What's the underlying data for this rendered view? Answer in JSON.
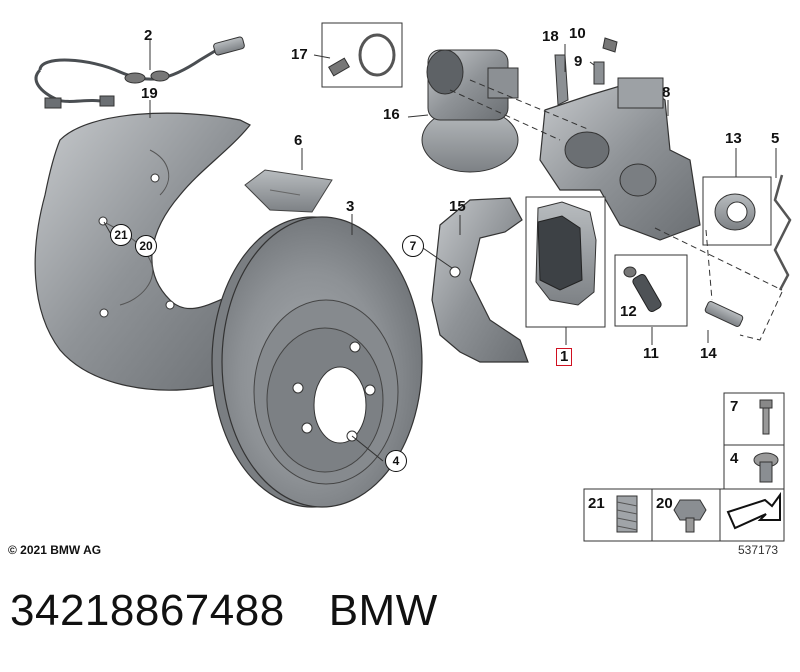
{
  "diagram": {
    "callouts": {
      "c1": "1",
      "c2": "2",
      "c3": "3",
      "c4": "4",
      "c5": "5",
      "c6": "6",
      "c7": "7",
      "c8": "8",
      "c9": "9",
      "c10": "10",
      "c11": "11",
      "c12": "12",
      "c13": "13",
      "c14": "14",
      "c15": "15",
      "c16": "16",
      "c17": "17",
      "c18": "18",
      "c19": "19",
      "c20": "20",
      "c21": "21"
    },
    "legend": {
      "screw_7": "7",
      "bolt_4": "4",
      "insert_21": "21",
      "bolt_20": "20"
    },
    "copyright": "© 2021 BMW AG",
    "reference": "537173"
  },
  "caption": {
    "part_number": "34218867488",
    "brand": "BMW"
  },
  "colors": {
    "highlight": "#d01020",
    "part_fill": "#9a9ea3",
    "part_dark": "#5e6266"
  }
}
